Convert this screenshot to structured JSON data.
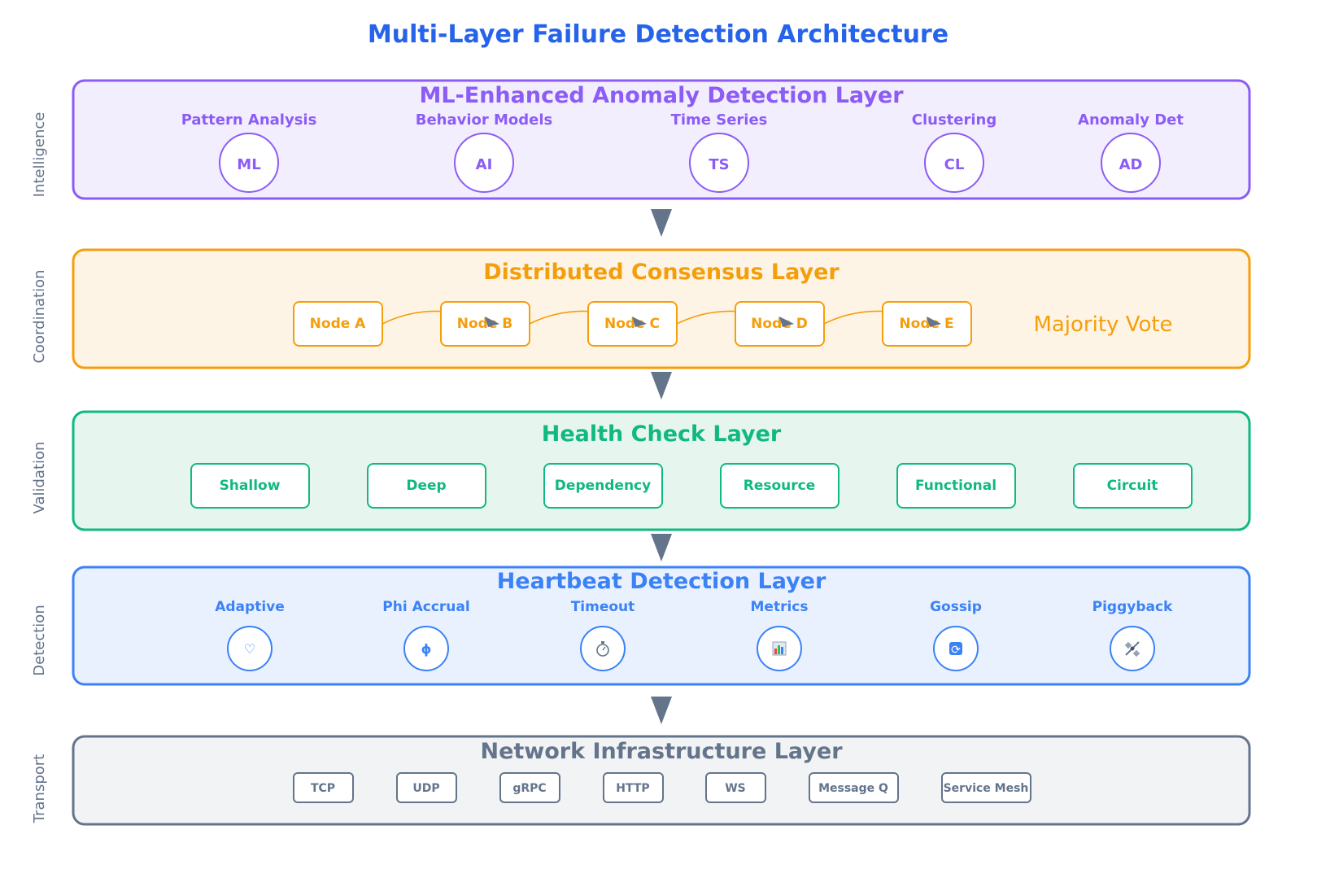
{
  "title": "Multi-Layer Failure Detection Architecture",
  "colors": {
    "title": "#2563eb",
    "intelligence": "#8b5cf6",
    "coordination": "#f59e0b",
    "validation": "#10b981",
    "detection": "#3b82f6",
    "transport": "#64748b",
    "arrow": "#64748b",
    "side_label": "#64748b"
  },
  "layers": {
    "ml": {
      "side_label": "Intelligence",
      "title": "ML-Enhanced Anomaly Detection Layer",
      "items": [
        {
          "label": "Pattern Analysis",
          "abbr": "ML"
        },
        {
          "label": "Behavior Models",
          "abbr": "AI"
        },
        {
          "label": "Time Series",
          "abbr": "TS"
        },
        {
          "label": "Clustering",
          "abbr": "CL"
        },
        {
          "label": "Anomaly Det",
          "abbr": "AD"
        }
      ]
    },
    "consensus": {
      "side_label": "Coordination",
      "title": "Distributed Consensus Layer",
      "nodes": [
        "Node A",
        "Node B",
        "Node C",
        "Node D",
        "Node E"
      ],
      "vote_label": "Majority Vote"
    },
    "health": {
      "side_label": "Validation",
      "title": "Health Check Layer",
      "checks": [
        "Shallow",
        "Deep",
        "Dependency",
        "Resource",
        "Functional",
        "Circuit"
      ]
    },
    "heartbeat": {
      "side_label": "Detection",
      "title": "Heartbeat Detection Layer",
      "items": [
        {
          "label": "Adaptive",
          "icon": "heart-icon",
          "glyph": "♡"
        },
        {
          "label": "Phi Accrual",
          "icon": "phi-icon",
          "glyph": "ϕ"
        },
        {
          "label": "Timeout",
          "icon": "stopwatch-icon",
          "glyph": "⏱"
        },
        {
          "label": "Metrics",
          "icon": "bar-chart-icon",
          "glyph": ""
        },
        {
          "label": "Gossip",
          "icon": "refresh-icon",
          "glyph": "⟳"
        },
        {
          "label": "Piggyback",
          "icon": "satellite-icon",
          "glyph": "🛰"
        }
      ]
    },
    "network": {
      "side_label": "Transport",
      "title": "Network Infrastructure Layer",
      "protocols": [
        "TCP",
        "UDP",
        "gRPC",
        "HTTP",
        "WS",
        "Message Q",
        "Service Mesh"
      ]
    }
  }
}
